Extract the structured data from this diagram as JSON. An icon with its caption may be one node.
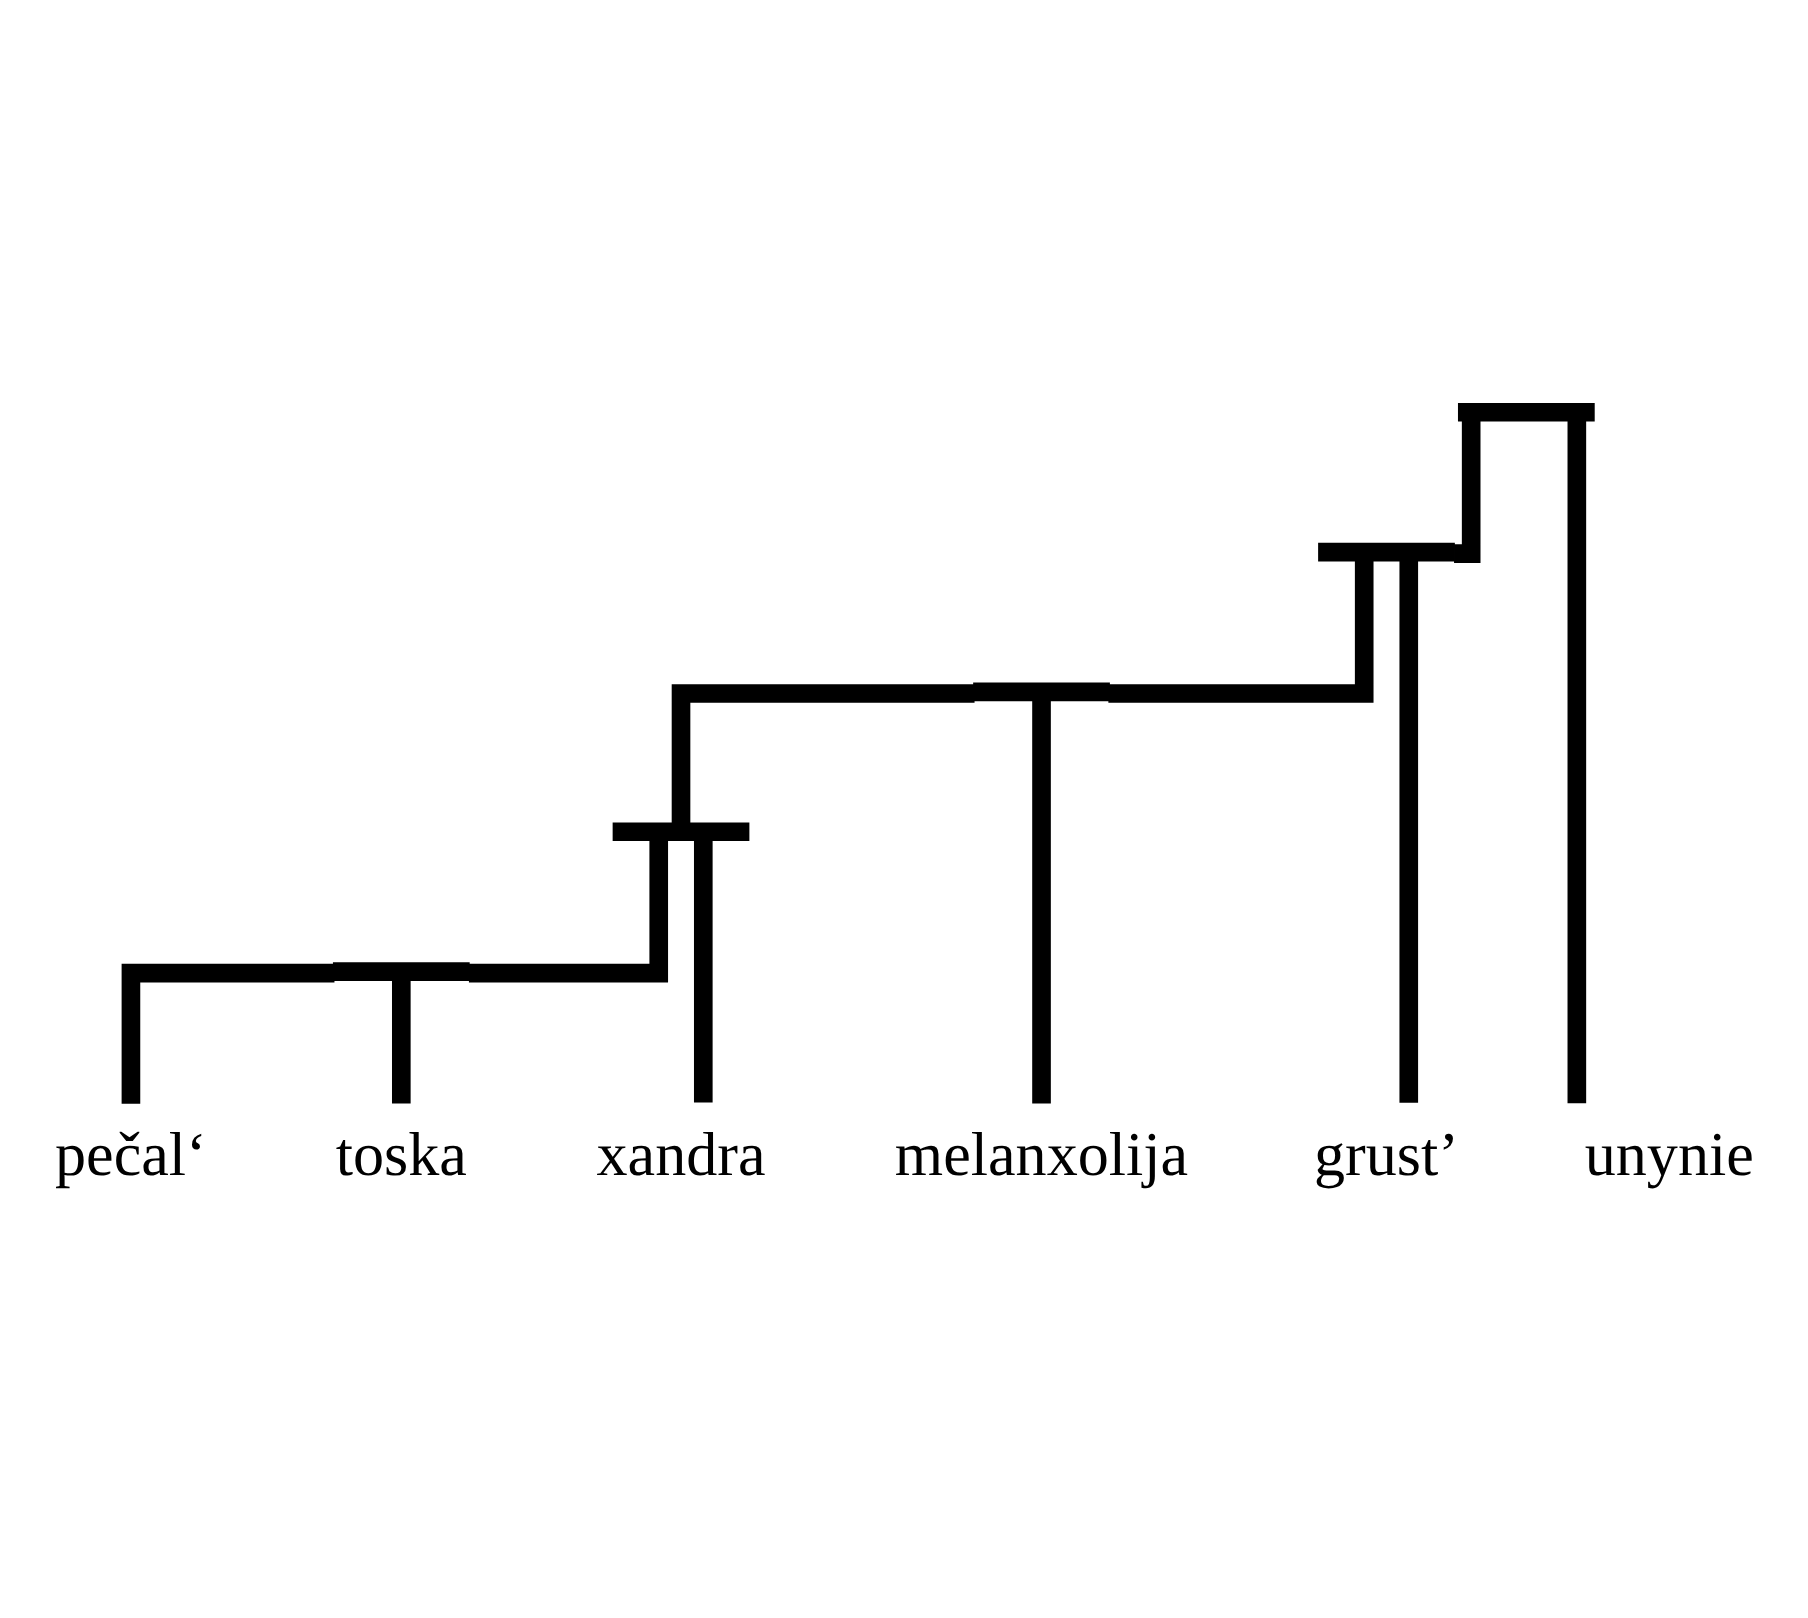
{
  "diagram": {
    "nodes": [
      {
        "text": [],
        "shape": "bar"
      },
      {
        "text": [],
        "shape": "bar"
      },
      {
        "text": [],
        "shape": "bar"
      },
      {
        "text": [],
        "shape": "bar"
      },
      {
        "text": [],
        "shape": "bar"
      },
      {
        "text": [
          "pečal‘"
        ]
      },
      {
        "text": [
          "toska"
        ]
      },
      {
        "text": [
          "xandra"
        ]
      },
      {
        "text": [
          "melanxolija"
        ]
      },
      {
        "text": [
          "grust’"
        ]
      },
      {
        "text": [
          "unynie"
        ]
      }
    ],
    "edges": [
      {
        "from": 0,
        "to": 1,
        "arrow": "none"
      },
      {
        "from": 0,
        "to": 10,
        "arrow": "none"
      },
      {
        "from": 1,
        "to": 2,
        "arrow": "none"
      },
      {
        "from": 1,
        "to": 9,
        "arrow": "none"
      },
      {
        "from": 2,
        "to": 3,
        "arrow": "none"
      },
      {
        "from": 2,
        "to": 8,
        "arrow": "none"
      },
      {
        "from": 3,
        "to": 4,
        "arrow": "none"
      },
      {
        "from": 3,
        "to": 7,
        "arrow": "none"
      },
      {
        "from": 4,
        "to": 5,
        "arrow": "none"
      },
      {
        "from": 4,
        "to": 6,
        "arrow": "none"
      }
    ]
  }
}
